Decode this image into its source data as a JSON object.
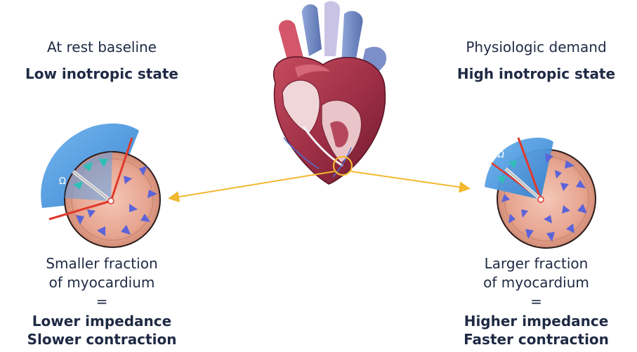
{
  "left": {
    "title": "At rest baseline",
    "subtitle": "Low inotropic state",
    "desc_line1": "Smaller fraction",
    "desc_line2": "of myocardium",
    "equals": "=",
    "result_line1": "Lower impedance",
    "result_line2": "Slower contraction",
    "omega_symbol": "Ω"
  },
  "right": {
    "title": "Physiologic demand",
    "subtitle": "High inotropic state",
    "desc_line1": "Larger fraction",
    "desc_line2": "of myocardium",
    "equals": "=",
    "result_line1": "Higher impedance",
    "result_line2": "Faster contraction",
    "omega_symbol": "Ω"
  },
  "colors": {
    "text": "#1f2a44",
    "arrow": "#f2b830",
    "myocardium": "#e8a894",
    "electrode_field": "#3a8fd8",
    "vector_arrow": "#5b63d9",
    "heart": "#9c2e45"
  },
  "icons": {
    "heart": "heart-illustration",
    "left_cross_section": "myocardium-cross-section-icon",
    "right_cross_section": "myocardium-cross-section-icon"
  }
}
